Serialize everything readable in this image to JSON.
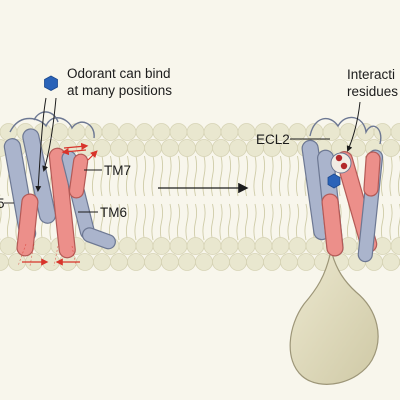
{
  "labels": {
    "odorant_line1": "Odorant can bind",
    "odorant_line2": "at many positions",
    "tm7": "TM7",
    "tm6": "TM6",
    "tm5_partial": "5",
    "ecl2": "ECL2",
    "interaction_line1": "Interacti",
    "interaction_line2": "residues"
  },
  "colors": {
    "background": "#f8f6ec",
    "membrane_bead": "#e9e7cf",
    "membrane_bead_edge": "#d6d3b5",
    "lipid_tail": "#cfcca8",
    "helix_blue": "#aab4cc",
    "helix_blue_edge": "#6d7893",
    "helix_red": "#ec8f8a",
    "helix_red_edge": "#b45a56",
    "odorant": "#2a63b8",
    "motion_arrow": "#d8342b",
    "g_protein": "#e2ddbf",
    "g_protein_edge": "#9d9678"
  },
  "icons": {
    "odorant": "hexagon-molecule",
    "residue": "red-dot"
  }
}
